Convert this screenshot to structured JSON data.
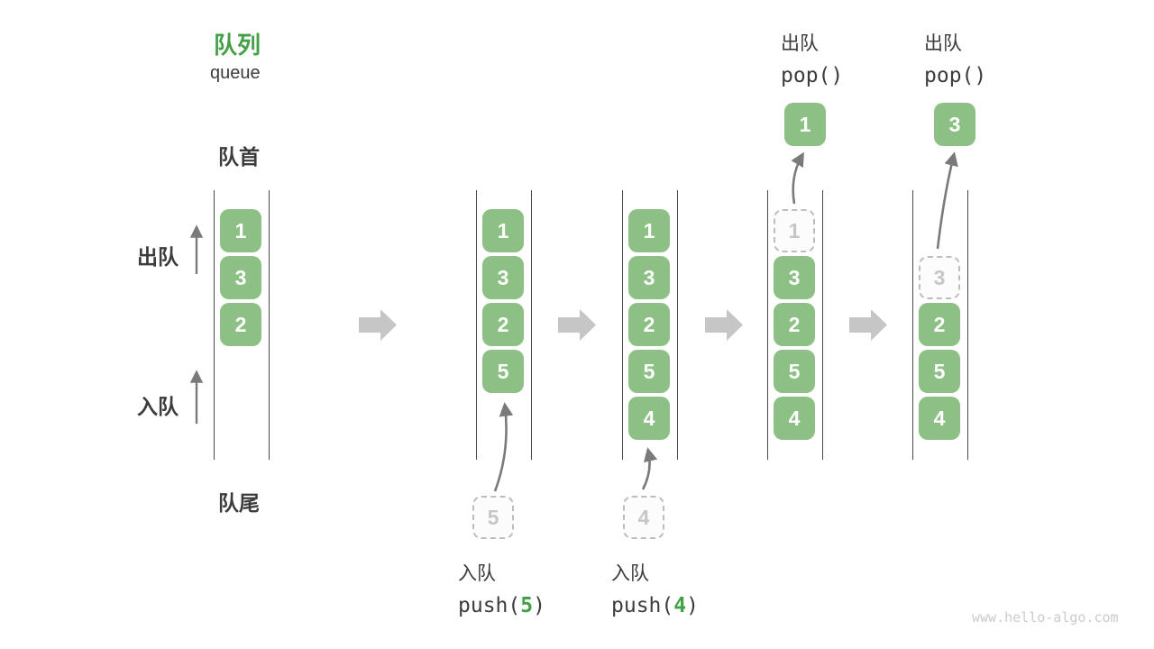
{
  "title": {
    "zh": "队列",
    "en": "queue"
  },
  "side_labels": {
    "front": "队首",
    "rear": "队尾",
    "dequeue": "出队",
    "enqueue": "入队"
  },
  "watermark": "www.hello-algo.com",
  "colors": {
    "box_green": "#8dc084",
    "accent_green": "#43a047",
    "text_dark": "#3c3c3c",
    "block_arrow_gray": "#c6c6c6",
    "thin_arrow_gray": "#7a7a7a",
    "dashed_border": "#bdbdbd",
    "dashed_text": "#c6c6c6"
  },
  "columns": [
    {
      "boxes": {
        "s0": "1",
        "s1": "3",
        "s2": "2"
      }
    },
    {
      "boxes": {
        "s0": "1",
        "s1": "3",
        "s2": "2",
        "s3": "5"
      },
      "incoming": "5",
      "caption": {
        "action": "入队",
        "fn_pre": "push(",
        "fn_arg": "5",
        "fn_post": ")"
      }
    },
    {
      "boxes": {
        "s0": "1",
        "s1": "3",
        "s2": "2",
        "s3": "5",
        "s4": "4"
      },
      "incoming": "4",
      "caption": {
        "action": "入队",
        "fn_pre": "push(",
        "fn_arg": "4",
        "fn_post": ")"
      }
    },
    {
      "removed": "1",
      "boxes": {
        "s1": "3",
        "s2": "2",
        "s3": "5",
        "s4": "4"
      },
      "popped": "1",
      "caption": {
        "action": "出队",
        "fn": "pop()"
      }
    },
    {
      "removed": "3",
      "boxes": {
        "s2": "2",
        "s3": "5",
        "s4": "4"
      },
      "popped": "3",
      "caption": {
        "action": "出队",
        "fn": "pop()"
      }
    }
  ]
}
